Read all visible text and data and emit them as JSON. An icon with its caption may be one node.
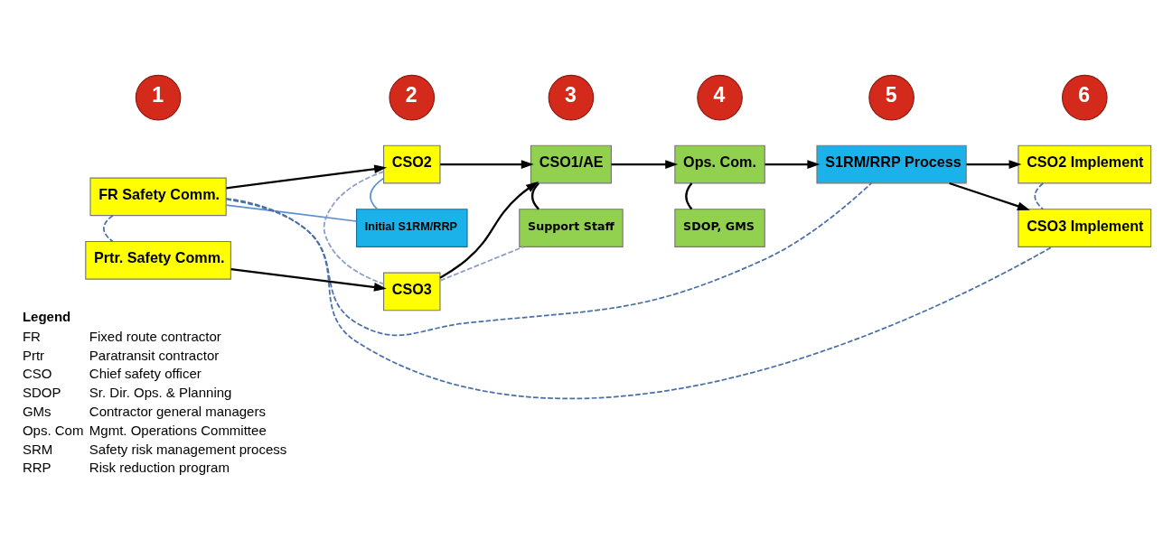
{
  "diagram": {
    "nodes": [
      {
        "text": [
          "1"
        ]
      },
      {
        "text": [
          "2"
        ]
      },
      {
        "text": [
          "3"
        ]
      },
      {
        "text": [
          "4"
        ]
      },
      {
        "text": [
          "5"
        ]
      },
      {
        "text": [
          "6"
        ]
      },
      {
        "text": [
          "FR Safety Comm."
        ]
      },
      {
        "text": [
          "CSO2"
        ]
      },
      {
        "text": [
          "CSO2 Implement"
        ]
      },
      {
        "text": [
          "Initial S1RM/RRP"
        ]
      },
      {
        "text": [
          "CSO1/AE"
        ]
      },
      {
        "text": [
          "Ops. Com."
        ]
      },
      {
        "text": [
          "S1RM/RRP Process"
        ]
      },
      {
        "text": [
          "Prtr. Safety Comm."
        ]
      },
      {
        "text": [
          "CSO3"
        ]
      },
      {
        "text": [
          "CSO3 Implement"
        ]
      },
      {
        "text": [
          "Support Staff"
        ]
      },
      {
        "text": [
          "SDOP, GMS"
        ]
      }
    ],
    "edges": [
      {
        "from": 6,
        "to": 7,
        "arrow": "to"
      },
      {
        "from": 13,
        "to": 14,
        "arrow": "to"
      },
      {
        "from": 7,
        "to": 10,
        "arrow": "to"
      },
      {
        "from": 14,
        "to": 10,
        "arrow": "to"
      },
      {
        "from": 10,
        "to": 11,
        "arrow": "to"
      },
      {
        "from": 11,
        "to": 12,
        "arrow": "to"
      },
      {
        "from": 12,
        "to": 8,
        "arrow": "to"
      },
      {
        "from": 12,
        "to": 15,
        "arrow": "to"
      },
      {
        "from": 10,
        "to": 16,
        "arrow": "none"
      },
      {
        "from": 11,
        "to": 17,
        "arrow": "none"
      },
      {
        "from": 6,
        "to": 13,
        "arrow": "none",
        "style": "dashed",
        "color": "#4a6fa8"
      },
      {
        "from": 6,
        "to": 12,
        "arrow": "none",
        "style": "dashed",
        "color": "#4a6fa8"
      },
      {
        "from": 6,
        "to": 15,
        "arrow": "none",
        "style": "dashed",
        "color": "#4a6fa8"
      },
      {
        "from": 8,
        "to": 15,
        "arrow": "none",
        "style": "dashed",
        "color": "#4a6fa8"
      },
      {
        "from": 6,
        "to": 9,
        "arrow": "none",
        "color": "#5b8fd0"
      },
      {
        "from": 9,
        "to": 7,
        "arrow": "none",
        "color": "#5b8fd0"
      },
      {
        "from": 7,
        "to": 14,
        "arrow": "none",
        "style": "dashed",
        "color": "#8a9cc8"
      },
      {
        "from": 14,
        "to": 16,
        "arrow": "none",
        "style": "dashed",
        "color": "#8a9cc8"
      }
    ],
    "labels": [
      "Legend",
      "FR",
      "Fixed route contractor",
      "Prtr",
      "Paratransit contractor",
      "CSO",
      "Chief safety officer",
      "SDOP",
      "Sr. Dir. Ops. & Planning",
      "GMs",
      "Contractor general managers",
      "Ops. Com",
      "Mgmt. Operations Committee",
      "SRM",
      "Safety risk management process",
      "RRP",
      "Risk reduction program"
    ]
  }
}
